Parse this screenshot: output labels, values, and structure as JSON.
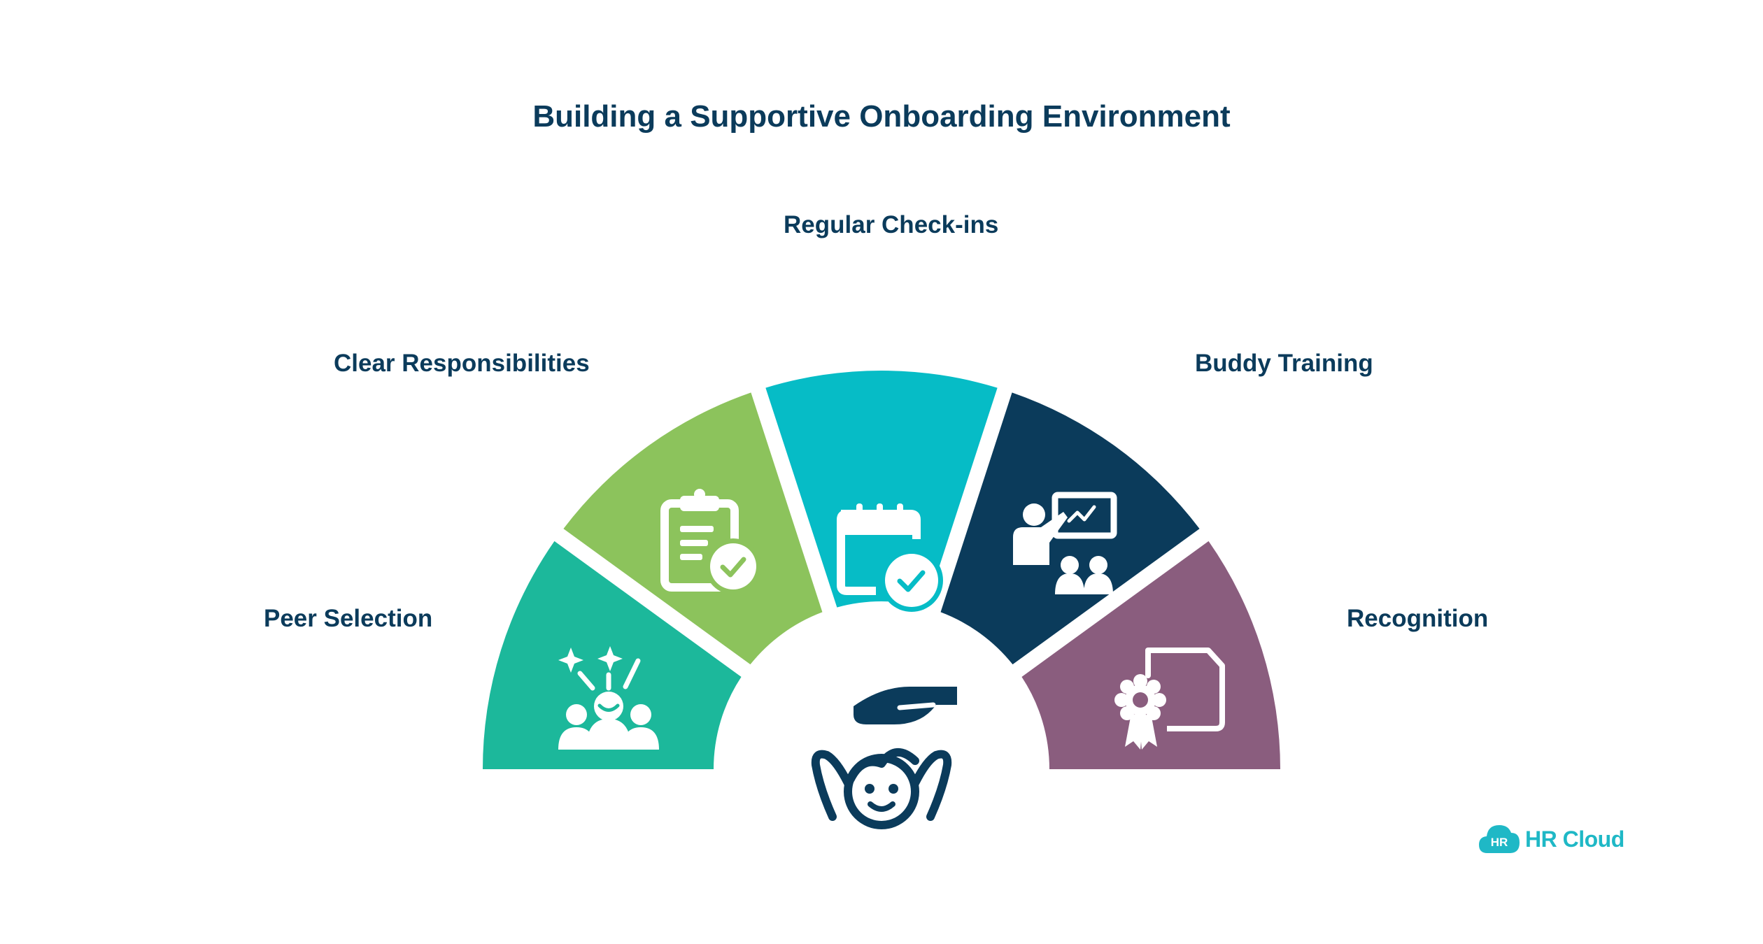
{
  "title": "Building a Supportive Onboarding Environment",
  "segments": [
    {
      "key": "peer",
      "label": "Peer Selection",
      "color": "#1cb89b",
      "icon": "people-celebrate-icon"
    },
    {
      "key": "clear",
      "label": "Clear Responsibilities",
      "color": "#8cc35c",
      "icon": "clipboard-check-icon"
    },
    {
      "key": "checkins",
      "label": "Regular Check-ins",
      "color": "#06bcc6",
      "icon": "calendar-check-icon"
    },
    {
      "key": "buddy",
      "label": "Buddy Training",
      "color": "#0b3b5b",
      "icon": "presentation-training-icon"
    },
    {
      "key": "recognition",
      "label": "Recognition",
      "color": "#8a5d7e",
      "icon": "certificate-award-icon"
    }
  ],
  "center": {
    "icon": "supportive-hand-child-icon",
    "color": "#0b3b5b"
  },
  "brand": {
    "badge": "HR",
    "name": "HR Cloud",
    "color": "#1fb8c6"
  }
}
